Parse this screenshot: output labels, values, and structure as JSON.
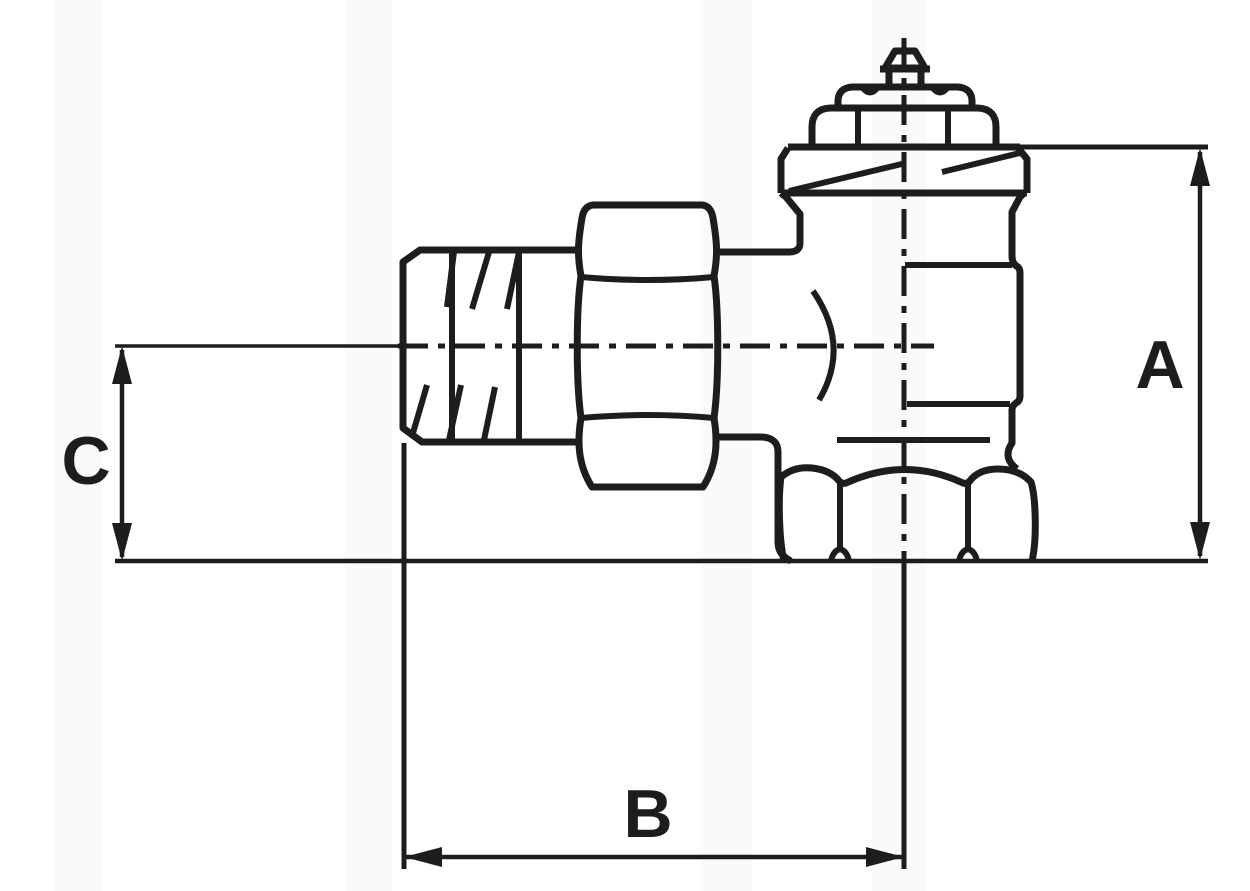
{
  "drawing": {
    "kind": "technical-line-drawing",
    "subject": "angle radiator valve with male thread, union nut, bonnet flange, top spindle and tailpiece nut",
    "labels": {
      "a": "A",
      "b": "B",
      "c": "C"
    },
    "colors": {
      "ink": "#1d1d1b",
      "background": "#ffffff"
    }
  }
}
